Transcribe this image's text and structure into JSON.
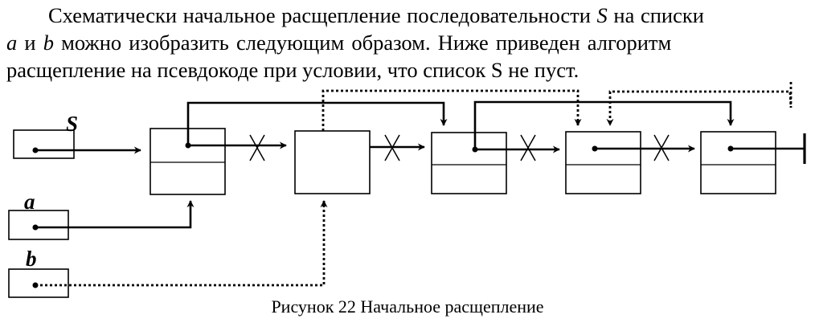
{
  "paragraph": {
    "line1_a": "Схематически начальное расщепление  последовательности ",
    "line1_var": "S",
    "line1_b": " на списки",
    "line2_var_a": "a",
    "line2_mid": " и ",
    "line2_var_b": "b",
    "line2_rest": " можно изобразить следующим образом. Ниже приведен алгоритм",
    "line3": "расщепление на псевдокоде при условии, что список S не пуст."
  },
  "figure": {
    "label_s": "S",
    "label_a": "a",
    "label_b": "b"
  },
  "caption": "Рисунок 22 Начальное расщепление",
  "colors": {
    "ink": "#000000",
    "background": "#ffffff"
  }
}
